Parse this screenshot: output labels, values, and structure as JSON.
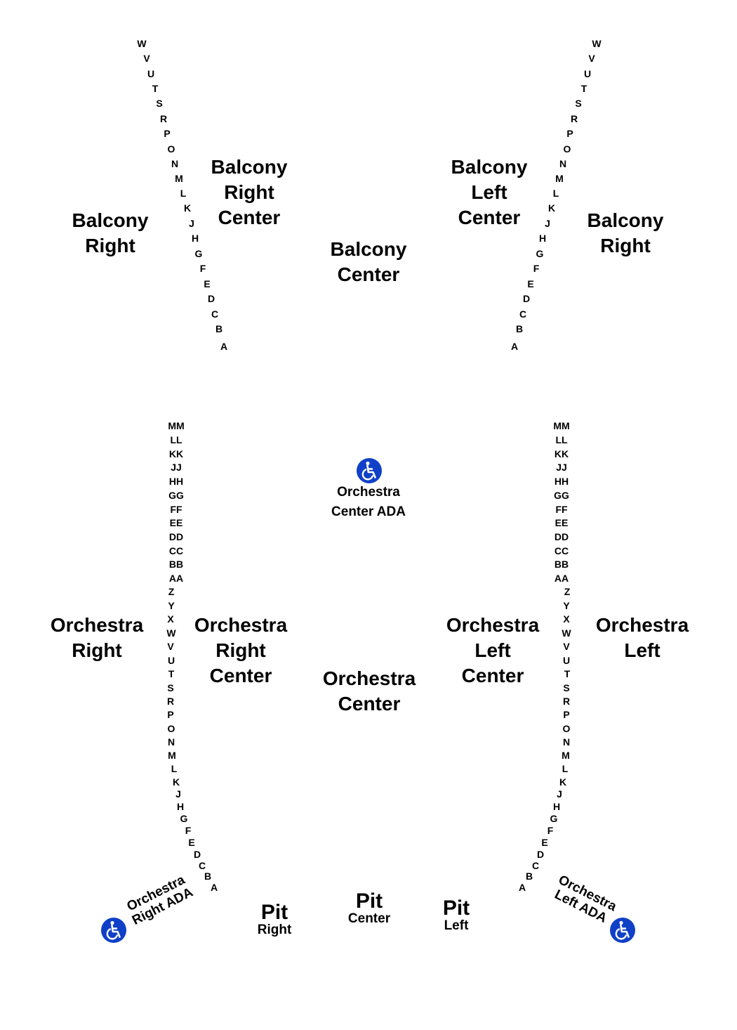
{
  "balcony": {
    "rows": [
      "W",
      "V",
      "U",
      "T",
      "S",
      "R",
      "P",
      "O",
      "N",
      "M",
      "L",
      "K",
      "J",
      "H",
      "G",
      "F",
      "E",
      "D",
      "C",
      "B",
      "A"
    ],
    "sections": {
      "right": [
        "Balcony",
        "Right"
      ],
      "right_center": [
        "Balcony",
        "Right",
        "Center"
      ],
      "center": [
        "Balcony",
        "Center"
      ],
      "left_center": [
        "Balcony",
        "Left",
        "Center"
      ],
      "left": [
        "Balcony",
        "Right"
      ]
    }
  },
  "orchestra": {
    "rows": [
      "MM",
      "LL",
      "KK",
      "JJ",
      "HH",
      "GG",
      "FF",
      "EE",
      "DD",
      "CC",
      "BB",
      "AA",
      "Z",
      "Y",
      "X",
      "W",
      "V",
      "U",
      "T",
      "S",
      "R",
      "P",
      "O",
      "N",
      "M",
      "L",
      "K",
      "J",
      "H",
      "G",
      "F",
      "E",
      "D",
      "C",
      "B",
      "A"
    ],
    "sections": {
      "right": [
        "Orchestra",
        "Right"
      ],
      "right_center": [
        "Orchestra",
        "Right",
        "Center"
      ],
      "center": [
        "Orchestra",
        "Center"
      ],
      "left_center": [
        "Orchestra",
        "Left",
        "Center"
      ],
      "left": [
        "Orchestra",
        "Left"
      ]
    },
    "ada": {
      "center": [
        "Orchestra",
        "Center ADA"
      ],
      "right": [
        "Orchestra",
        "Right ADA"
      ],
      "left": [
        "Orchestra",
        "Left ADA"
      ]
    }
  },
  "pit": {
    "right": [
      "Pit",
      "Right"
    ],
    "center": [
      "Pit",
      "Center"
    ],
    "left": [
      "Pit",
      "Left"
    ]
  },
  "icons": {
    "ada": "wheelchair-icon",
    "ada_color": "#1040c8"
  }
}
